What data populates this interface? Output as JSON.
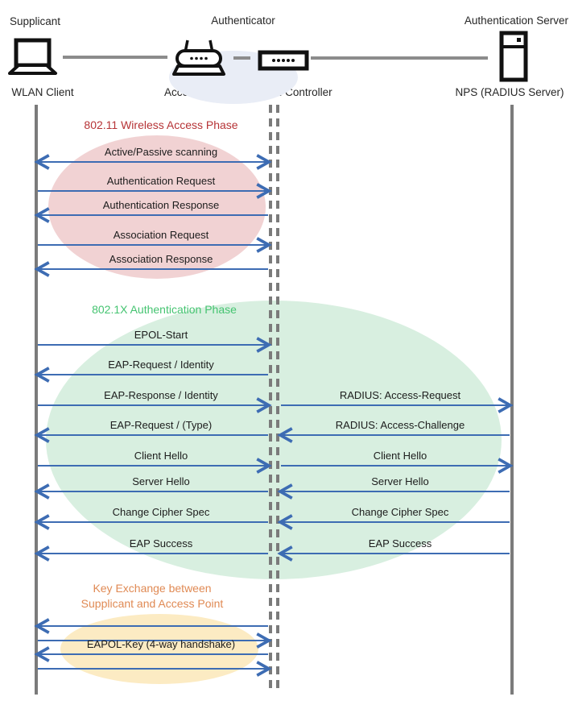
{
  "header": {
    "roles": [
      {
        "label": "Supplicant"
      },
      {
        "label": "Authenticator"
      },
      {
        "label": "Authentication Server"
      }
    ],
    "nodes": [
      {
        "label": "WLAN Client",
        "icon": "laptop-icon"
      },
      {
        "label": "Access Point",
        "icon": "access-point-icon"
      },
      {
        "label": "WLAN Controller",
        "icon": "wlan-controller-icon"
      },
      {
        "label": "NPS (RADIUS Server)",
        "icon": "server-icon"
      }
    ]
  },
  "phases": [
    {
      "title": "802.11 Wireless Access Phase",
      "text_color": "#B63336",
      "ellipse_color": "#F1D2D3"
    },
    {
      "title": "802.1X Authentication Phase",
      "text_color": "#45C471",
      "ellipse_color": "#D8EFE0"
    },
    {
      "title_line1": "Key Exchange between",
      "title_line2": "Supplicant and Access Point",
      "text_color": "#E08A54",
      "ellipse_color": "#FCEBC3"
    }
  ],
  "colors": {
    "arrow_blue": "#3D6CB3",
    "lifeline_gray": "#7B7B7B",
    "header_connector_gray": "#8C8C8C",
    "header_ellipse": "#E9EDF6"
  },
  "messages": [
    {
      "label": "Active/Passive scanning",
      "from": "client",
      "to": "controller",
      "bidirectional": true
    },
    {
      "label": "Authentication Request",
      "from": "client",
      "to": "controller"
    },
    {
      "label": "Authentication Response",
      "from": "controller",
      "to": "client"
    },
    {
      "label": "Association Request",
      "from": "client",
      "to": "controller"
    },
    {
      "label": "Association Response",
      "from": "controller",
      "to": "client"
    },
    {
      "label": "EPOL-Start",
      "from": "client",
      "to": "controller"
    },
    {
      "label": "EAP-Request / Identity",
      "from": "controller",
      "to": "client"
    },
    {
      "label": "EAP-Response / Identity",
      "from": "client",
      "to": "controller"
    },
    {
      "label": "RADIUS: Access-Request",
      "from": "controller",
      "to": "server"
    },
    {
      "label": "EAP-Request / (Type)",
      "from": "controller",
      "to": "client"
    },
    {
      "label": "RADIUS: Access-Challenge",
      "from": "server",
      "to": "controller"
    },
    {
      "label": "Client Hello",
      "from": "client",
      "to": "controller"
    },
    {
      "label": "Client Hello",
      "from": "controller",
      "to": "server"
    },
    {
      "label": "Server Hello",
      "from": "controller",
      "to": "client"
    },
    {
      "label": "Server Hello",
      "from": "server",
      "to": "controller"
    },
    {
      "label": "Change Cipher Spec",
      "from": "controller",
      "to": "client"
    },
    {
      "label": "Change Cipher Spec",
      "from": "server",
      "to": "controller"
    },
    {
      "label": "EAP Success",
      "from": "controller",
      "to": "client"
    },
    {
      "label": "EAP Success",
      "from": "server",
      "to": "controller"
    },
    {
      "label": "",
      "from": "controller",
      "to": "client"
    },
    {
      "label": "",
      "from": "client",
      "to": "controller"
    },
    {
      "label": "EAPOL-Key (4-way handshake)",
      "from": "controller",
      "to": "client"
    },
    {
      "label": "",
      "from": "client",
      "to": "controller"
    }
  ]
}
